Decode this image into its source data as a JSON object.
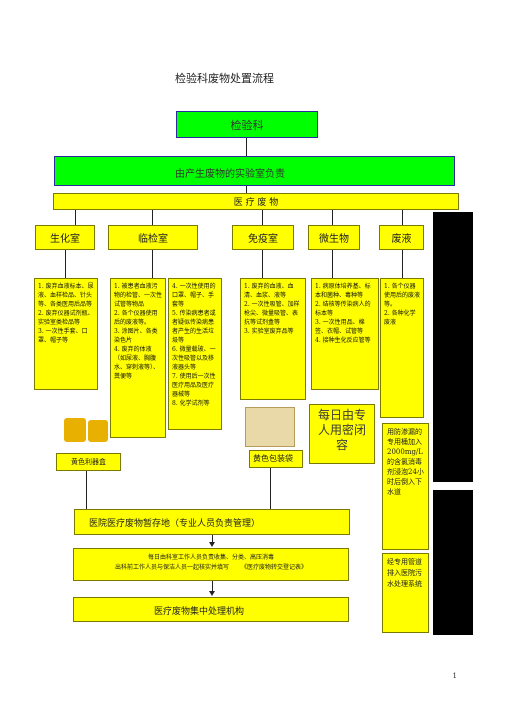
{
  "title": "检验科废物处置流程",
  "top_box": "检验科",
  "responsibility_box": "由产生废物的实验室负责",
  "medical_waste_box": "医 疗 废 物",
  "departments": [
    "生化室",
    "临检室",
    "免疫室",
    "微生物",
    "废液"
  ],
  "lists": {
    "biochem": "1. 废弃血液标本、尿液、血样检品、针头等、各类医用后品等\n2. 废弃仪器试剂瓶、实验室类检品等\n3. 一次性手套、口罩、帽子等",
    "clinical": "1. 被患者血液污物的检管、一次性试管等物品\n2. 各个仪器使用后的废液等。\n3. 涂图片、各类染色片\n4. 废弃的体液（如尿液、胸腹水、穿刺液等）、粪便等",
    "clinical2": "4. 一次性使用的口罩、帽子、手套等\n5. 传染病患者或者疑似传染病患者产生的生活垃圾等\n6. 微量载玻、一次性吸管以及移液器头等\n7. 使用后一次性医疗用品及医疗器械等\n8. 化学试剂等",
    "immuno": "1. 废弃的血液、血清、血浆、液等\n2. 一次性吸管、加样枪尖、微量吸管、表抗等试剂盒等\n3. 实验室废弃品等",
    "micro": "1. 病原体培养基、标本和菌种、毒种等\n2. 结核等传染病人的标本等\n3. 一次性用品、棉签、衣帽、试管等\n4. 接种生化反应管等",
    "liquid": "1. 各个仪器使用后的废液等。\n2. 各种化学废液"
  },
  "daily_box": "每日由专人用密闭容",
  "sharps_label": "黄色利器盒",
  "bag_label": "黄色包装袋",
  "disinfect_text": "用防渗漏的专用桶加入2000mg/L的含氯消毒剂浸泡24小时后倒入下水道",
  "drain_text": "经专用管道排入医院污水处理系统",
  "storage_box": "医院医疗废物暂存地（专业人员负责管理）",
  "daily_collect": {
    "line1": "每日由科室工作人员负责收集、分类、高压消毒",
    "line2": "出科前工作人员与保洁人员一起核实并填写",
    "line3": "《医疗废物转交登记表》"
  },
  "final_box": "医疗废物集中处理机构",
  "page_number": "1"
}
